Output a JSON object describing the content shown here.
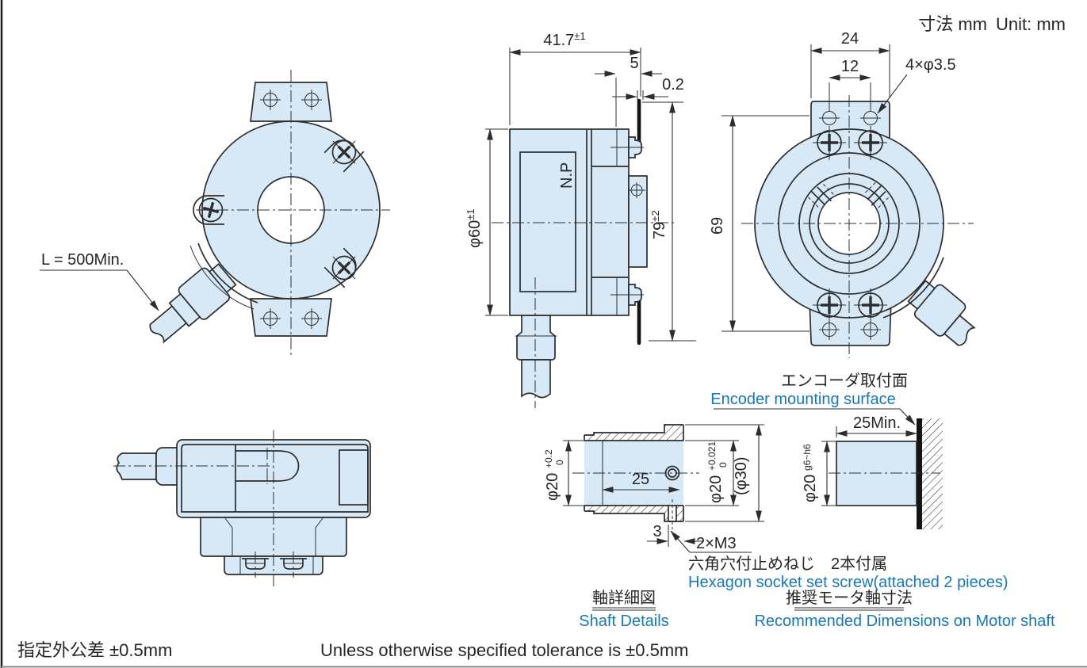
{
  "page": {
    "unit_jp": "寸法 mm",
    "unit_en": "Unit: mm",
    "tolerance_jp": "指定外公差 ±0.5mm",
    "tolerance_en": "Unless otherwise specified tolerance is ±0.5mm"
  },
  "colors": {
    "body_fill": "#d7e9f7",
    "line": "#2d2d2d",
    "accent_blue": "#1878b8"
  },
  "front_view": {
    "cable_length_label": "L = 500Min."
  },
  "side_view": {
    "np_marking": "N.P",
    "dims": {
      "width": "41.7",
      "width_tol": "±1",
      "flange_to_spring": "5",
      "spring_gap": "0.2",
      "body_dia": "φ60",
      "body_dia_tol": "±1",
      "overall": "79",
      "overall_tol": "±2"
    }
  },
  "rear_view": {
    "dims": {
      "flange_width": "24",
      "hole_pitch": "12",
      "mounting_holes": "4×φ3.5",
      "overall_height": "69"
    }
  },
  "shaft_detail": {
    "title_jp": "軸詳細図",
    "title_en": "Shaft Details",
    "dims": {
      "bore_dia": "φ20",
      "bore_tol_upper": "+0.2",
      "bore_tol_lower": "0",
      "bore_depth": "25",
      "fit_dia": "φ20",
      "fit_tol_upper": "+0.021",
      "fit_tol_lower": "0",
      "outer_dia": "(φ30)",
      "screw_offset": "3",
      "set_screw": "2×M3"
    },
    "screw_note_jp": "六角穴付止めねじ　2本付属",
    "screw_note_en": "Hexagon socket set screw(attached 2 pieces)"
  },
  "motor_shaft": {
    "title_jp": "推奨モータ軸寸法",
    "title_en": "Recommended Dimensions on Motor shaft",
    "surface_jp": "エンコーダ取付面",
    "surface_en": "Encoder mounting surface",
    "dims": {
      "insert_depth": "25Min.",
      "shaft_dia": "φ20",
      "shaft_fit": "g6~h6"
    }
  }
}
